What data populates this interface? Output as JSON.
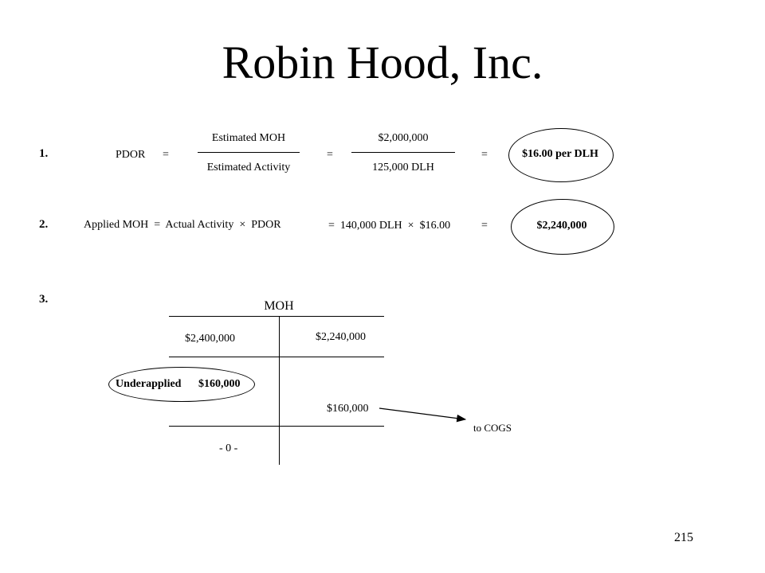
{
  "title": "Robin Hood, Inc.",
  "step1": {
    "number": "1.",
    "lhs": "PDOR",
    "eq": "=",
    "numerator": "Estimated MOH",
    "denominator": "Estimated Activity",
    "eq2": "=",
    "num_value": "$2,000,000",
    "den_value": "125,000 DLH",
    "eq3": "=",
    "result": "$16.00 per DLH"
  },
  "step2": {
    "number": "2.",
    "formula": "Applied MOH  =  Actual Activity  ×  PDOR",
    "calc": "=  140,000 DLH  ×  $16.00",
    "eq": "=",
    "result": "$2,240,000"
  },
  "step3": {
    "number": "3.",
    "account": "MOH",
    "debit": "$2,400,000",
    "credit": "$2,240,000",
    "underapplied_label": "Underapplied",
    "underapplied_amount": "$160,000",
    "closing_entry": "$160,000",
    "closing_target": "to COGS",
    "balance": "- 0 -"
  },
  "page_number": "215"
}
